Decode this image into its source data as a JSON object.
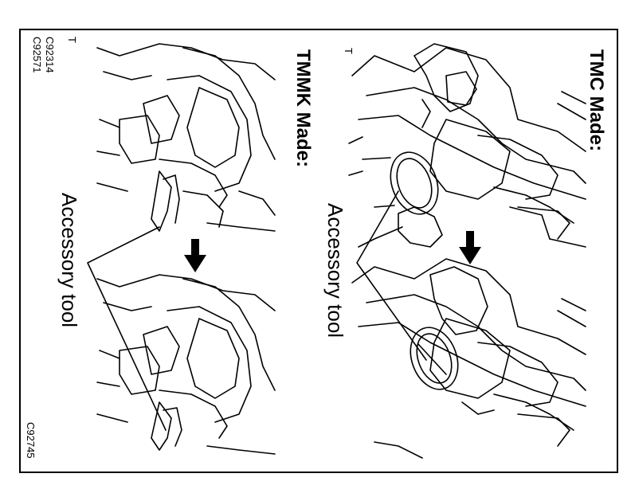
{
  "headings": {
    "tmc": "TMC Made:",
    "tmmk": "TMMK Made:"
  },
  "callouts": {
    "accessory_tool_tmc": "Accessory tool",
    "accessory_tool_tmmk": "Accessory tool"
  },
  "codes": {
    "tmc_code": "C92314",
    "tmmk_code": "C92571",
    "figure_code": "C92745",
    "mark_t": "T"
  },
  "colors": {
    "ink": "#000000",
    "paper": "#ffffff"
  }
}
